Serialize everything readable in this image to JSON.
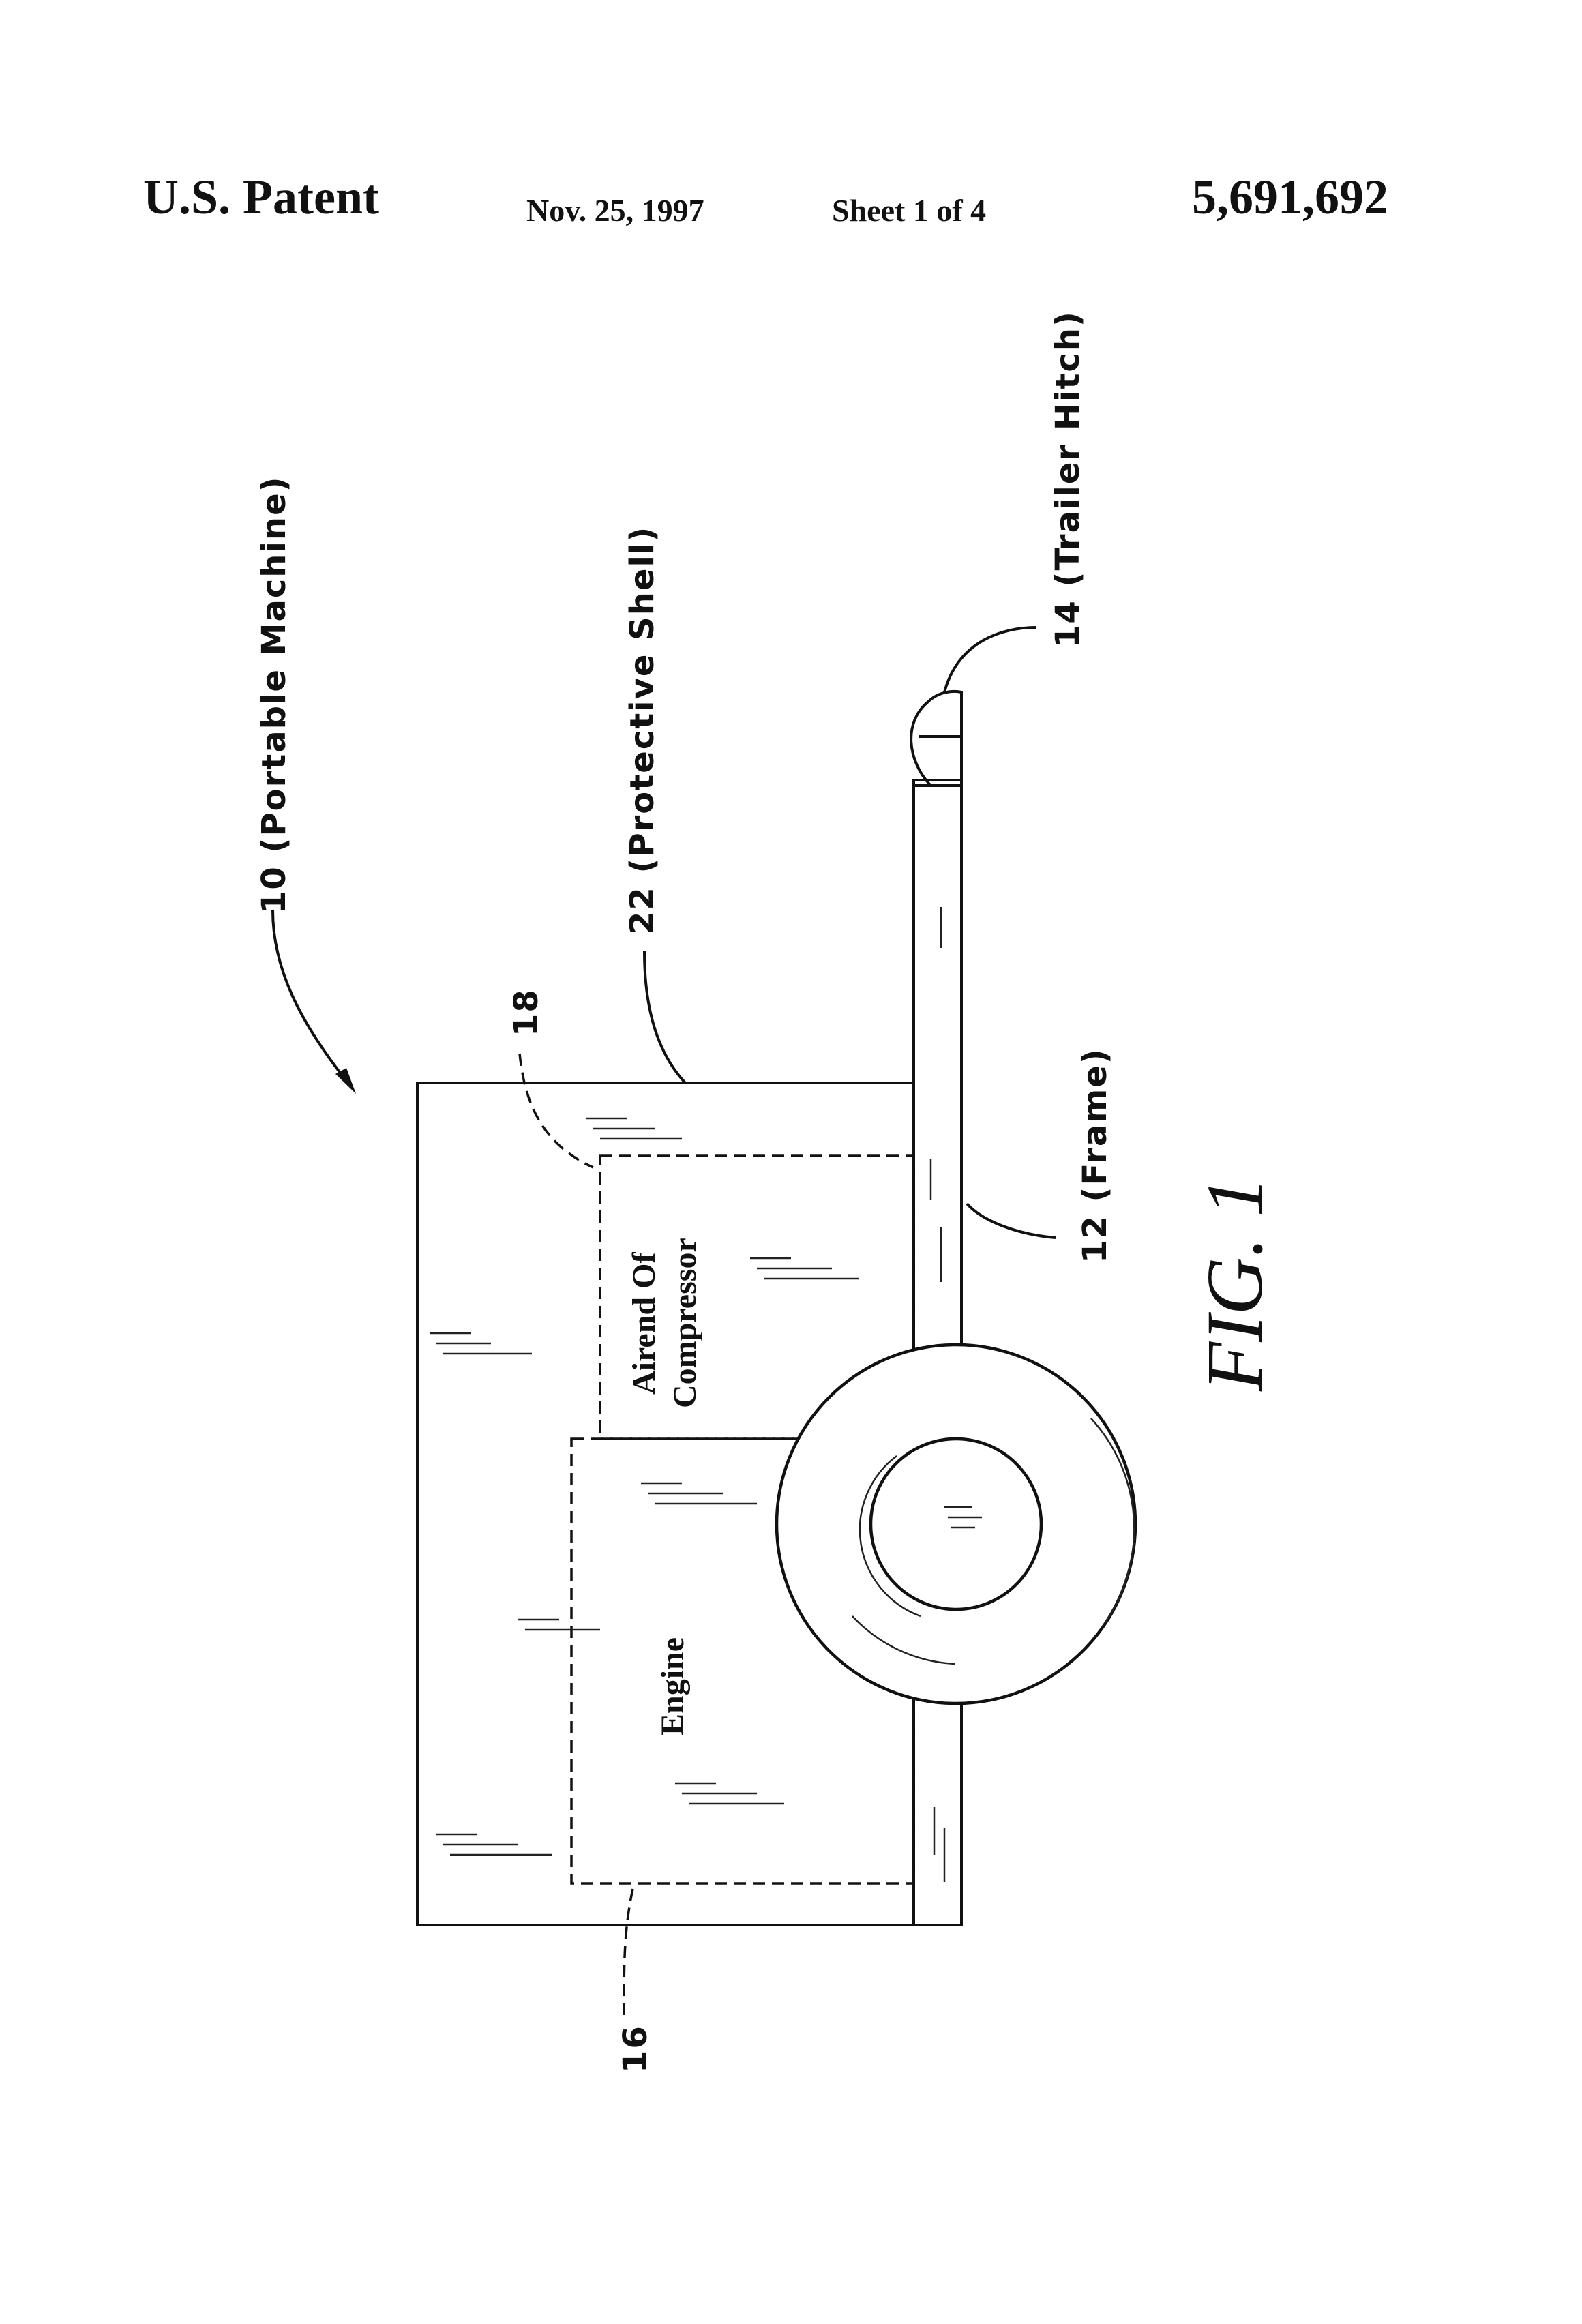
{
  "header": {
    "label": "U.S. Patent",
    "date": "Nov. 25, 1997",
    "sheet": "Sheet 1 of 4",
    "patent_number": "5,691,692"
  },
  "labels": {
    "portable_machine": "10 (Portable Machine)",
    "protective_shell": "22 (Protective Shell)",
    "trailer_hitch": "14 (Trailer Hitch)",
    "frame": "12 (Frame)",
    "airend_ref": "18",
    "engine_ref": "16",
    "airend_line1": "Airend Of",
    "airend_line2": "Compressor",
    "engine": "Engine"
  },
  "figure_caption": "FIG. 1"
}
